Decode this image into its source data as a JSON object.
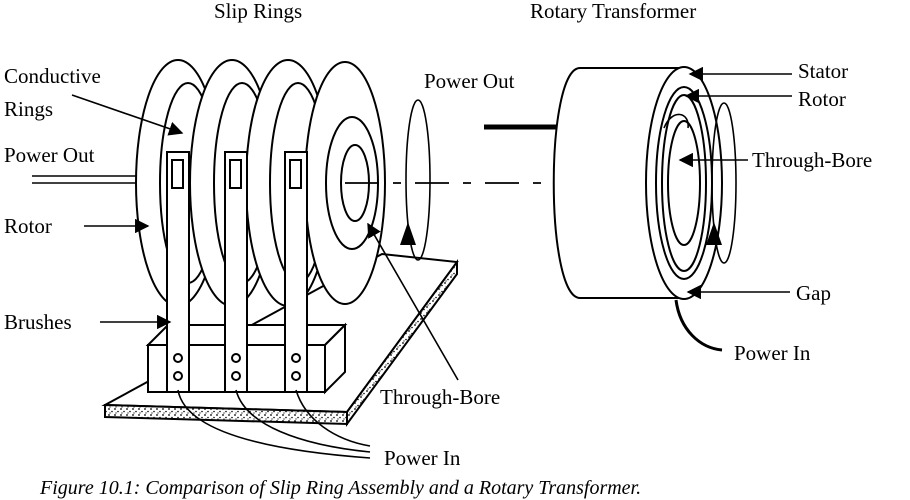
{
  "titles": {
    "slip_rings": "Slip  Rings",
    "rotary_transformer": "Rotary Transformer"
  },
  "slip_ring_labels": {
    "conductive_line1": "Conductive",
    "conductive_line2": "Rings",
    "power_out": "Power Out",
    "rotor": "Rotor",
    "brushes": "Brushes",
    "through_bore": "Through-Bore",
    "power_in": "Power In"
  },
  "transformer_labels": {
    "power_out": "Power Out",
    "stator": "Stator",
    "rotor": "Rotor",
    "through_bore": "Through-Bore",
    "gap": "Gap",
    "power_in": "Power In"
  },
  "caption": "Figure 10.1: Comparison of Slip Ring Assembly and a Rotary Transformer."
}
